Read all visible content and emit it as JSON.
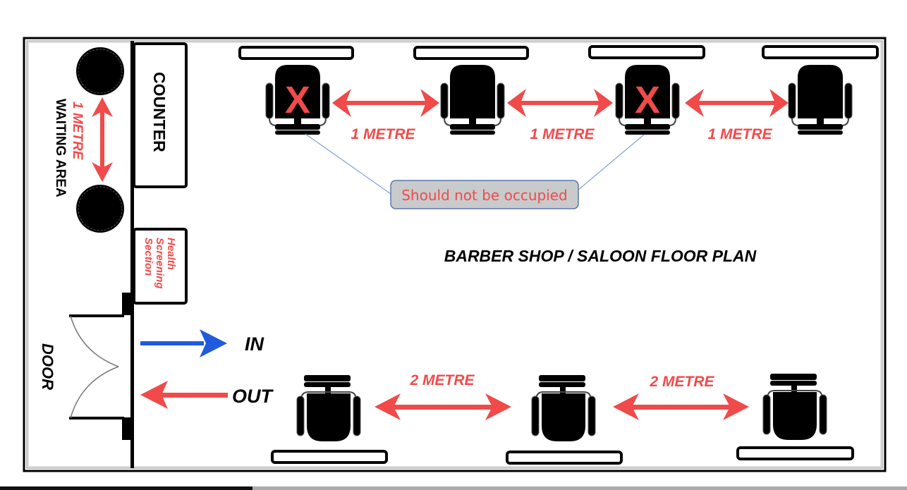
{
  "title": "BARBER SHOP / SALOON FLOOR PLAN",
  "zones": {
    "waiting_area": "WAITING AREA",
    "waiting_spacing": "1 METRE",
    "counter": "COUNTER",
    "health_screening": [
      "Health",
      "Screening",
      "Section"
    ],
    "door": "DOOR"
  },
  "flow": {
    "in_label": "IN",
    "out_label": "OUT",
    "in_color": "#1f5bdc",
    "out_color": "#f04a4a"
  },
  "top_row": {
    "stations": [
      {
        "occupied_allowed": false,
        "mark": "X"
      },
      {
        "occupied_allowed": true,
        "mark": ""
      },
      {
        "occupied_allowed": false,
        "mark": "X"
      },
      {
        "occupied_allowed": true,
        "mark": ""
      }
    ],
    "spacings": [
      "1 METRE",
      "1 METRE",
      "1 METRE"
    ],
    "callout": "Should not be occupied"
  },
  "bottom_row": {
    "stations": [
      {
        "occupied_allowed": true
      },
      {
        "occupied_allowed": true
      },
      {
        "occupied_allowed": true
      }
    ],
    "spacings": [
      "2 METRE",
      "2 METRE"
    ]
  },
  "colors": {
    "accent_red": "#f04a4a",
    "callout_fill": "#c9cacc",
    "callout_border": "#5a78a8",
    "leader_line": "#7fa1d6"
  }
}
